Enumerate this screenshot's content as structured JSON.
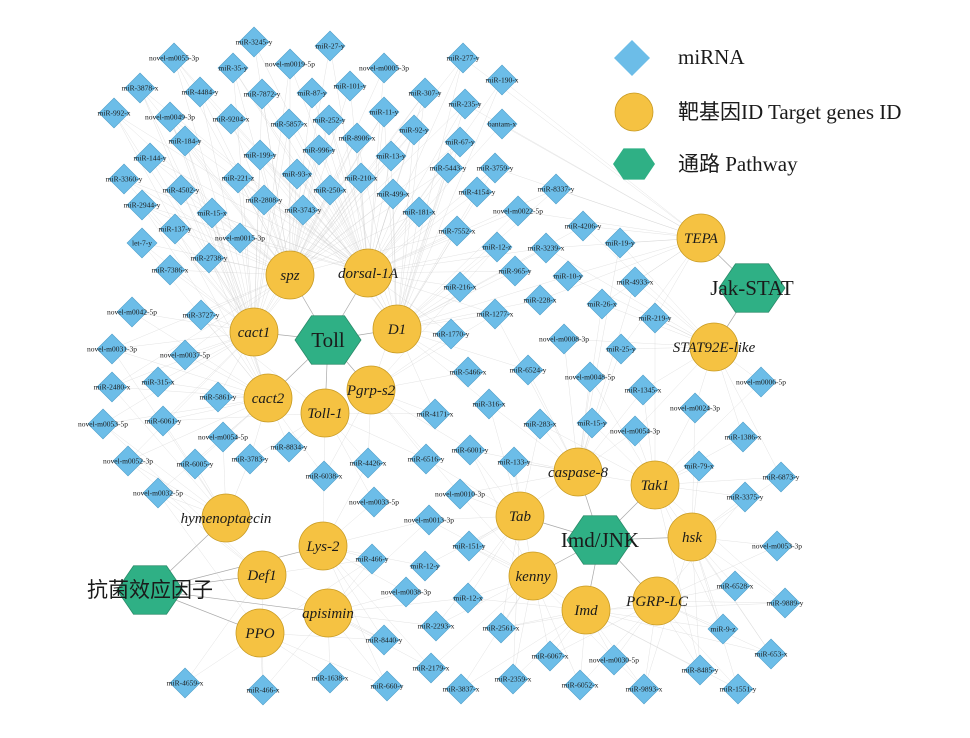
{
  "colors": {
    "mirna": "#6cbde8",
    "gene": "#f5c242",
    "pathway": "#2fb085",
    "edge": "#c9c9c9",
    "stroke": "#555555"
  },
  "legend": [
    {
      "shape": "diamond",
      "label": "miRNA"
    },
    {
      "shape": "circle",
      "label": "靶基因ID Target genes ID"
    },
    {
      "shape": "hexagon",
      "label": "通路  Pathway"
    }
  ],
  "pathways": [
    {
      "label": "Toll"
    },
    {
      "label": "Jak-STAT"
    },
    {
      "label": "Imd/JNK"
    },
    {
      "label": "抗菌效应因子"
    }
  ],
  "genes": [
    {
      "label": "TEPA",
      "pathway": 1
    },
    {
      "label": "STAT92E-like",
      "pathway": 1
    },
    {
      "label": "spz",
      "pathway": 0
    },
    {
      "label": "dorsal-1A",
      "pathway": 0
    },
    {
      "label": "cact1",
      "pathway": 0
    },
    {
      "label": "D1",
      "pathway": 0
    },
    {
      "label": "cact2",
      "pathway": 0
    },
    {
      "label": "Pgrp-s2",
      "pathway": 0
    },
    {
      "label": "Toll-1",
      "pathway": 0
    },
    {
      "label": "caspase-8",
      "pathway": 2
    },
    {
      "label": "Tak1",
      "pathway": 2
    },
    {
      "label": "Tab",
      "pathway": 2
    },
    {
      "label": "hsk",
      "pathway": 2
    },
    {
      "label": "kenny",
      "pathway": 2
    },
    {
      "label": "Imd",
      "pathway": 2
    },
    {
      "label": "PGRP-LC",
      "pathway": 2
    },
    {
      "label": "hymenoptaecin",
      "pathway": 3
    },
    {
      "label": "Lys-2",
      "pathway": 3
    },
    {
      "label": "Def1",
      "pathway": 3
    },
    {
      "label": "apisimin",
      "pathway": 3
    },
    {
      "label": "PPO",
      "pathway": 3
    }
  ],
  "mirnas": [
    "miR-3245-y",
    "miR-27-y",
    "novel-m0055-3p",
    "miR-35-y",
    "novel-m0019-5p",
    "novel-m0005-3p",
    "miR-277-y",
    "miR-3878-x",
    "miR-4484-y",
    "miR-7872-y",
    "miR-87-y",
    "miR-101-y",
    "miR-307-y",
    "miR-190-x",
    "miR-992-x",
    "novel-m0049-3p",
    "miR-9204-x",
    "miR-5857-x",
    "miR-252-y",
    "miR-11-y",
    "miR-235-y",
    "bantam-x",
    "miR-184-y",
    "miR-8906-x",
    "miR-92-y",
    "miR-67-y",
    "miR-144-y",
    "miR-199-y",
    "miR-996-y",
    "miR-13-y",
    "miR-3759-y",
    "miR-3360-y",
    "miR-221-z",
    "miR-93-x",
    "miR-210-x",
    "miR-5443-y",
    "miR-4502-y",
    "miR-250-x",
    "miR-499-x",
    "miR-4154-y",
    "miR-8337-y",
    "miR-2944-y",
    "miR-2808-y",
    "miR-15-x",
    "miR-3743-y",
    "miR-181-x",
    "novel-m0022-5p",
    "miR-4206-y",
    "miR-137-y",
    "novel-m0015-3p",
    "miR-7552-x",
    "let-7-y",
    "miR-12-z",
    "miR-3239-x",
    "miR-19-y",
    "miR-2738-y",
    "miR-7386-x",
    "miR-965-y",
    "miR-10-y",
    "miR-4933-x",
    "miR-216-x",
    "miR-228-x",
    "miR-26-x",
    "novel-m0042-5p",
    "miR-3727-y",
    "miR-1277-x",
    "miR-219-y",
    "novel-m0031-3p",
    "novel-m0037-5p",
    "miR-1770-y",
    "novel-m0008-3p",
    "miR-25-y",
    "miR-2480-x",
    "miR-315-x",
    "miR-5466-x",
    "miR-6524-y",
    "novel-m0048-5p",
    "novel-m0006-5p",
    "miR-5861-y",
    "miR-316-x",
    "miR-1345-x",
    "novel-m0053-5p",
    "miR-6061-y",
    "miR-4171-x",
    "miR-283-x",
    "miR-15-y",
    "novel-m0024-3p",
    "novel-m0054-5p",
    "miR-8834-y",
    "miR-6001-y",
    "novel-m0054-3p",
    "miR-1386-x",
    "novel-m0052-3p",
    "miR-6005-y",
    "miR-3783-y",
    "miR-4426-x",
    "miR-6516-y",
    "miR-133-y",
    "miR-79-x",
    "miR-6038-x",
    "miR-6873-y",
    "novel-m0032-5p",
    "novel-m0033-5p",
    "novel-m0010-3p",
    "miR-3375-y",
    "novel-m0013-3p",
    "miR-151-y",
    "novel-m0053-3p",
    "miR-466-y",
    "miR-12-y",
    "novel-m0038-3p",
    "miR-12-x",
    "miR-6528-x",
    "miR-9889-y",
    "miR-2293-x",
    "miR-2561-x",
    "miR-9-z",
    "miR-8440-y",
    "miR-6067-x",
    "novel-m0030-5p",
    "miR-653-x",
    "miR-2179-x",
    "miR-8485-y",
    "miR-4659-x",
    "miR-466-x",
    "miR-1638-x",
    "miR-660-y",
    "miR-3837-x",
    "miR-2359-x",
    "miR-6052-x",
    "miR-9893-x",
    "miR-1551-y"
  ]
}
